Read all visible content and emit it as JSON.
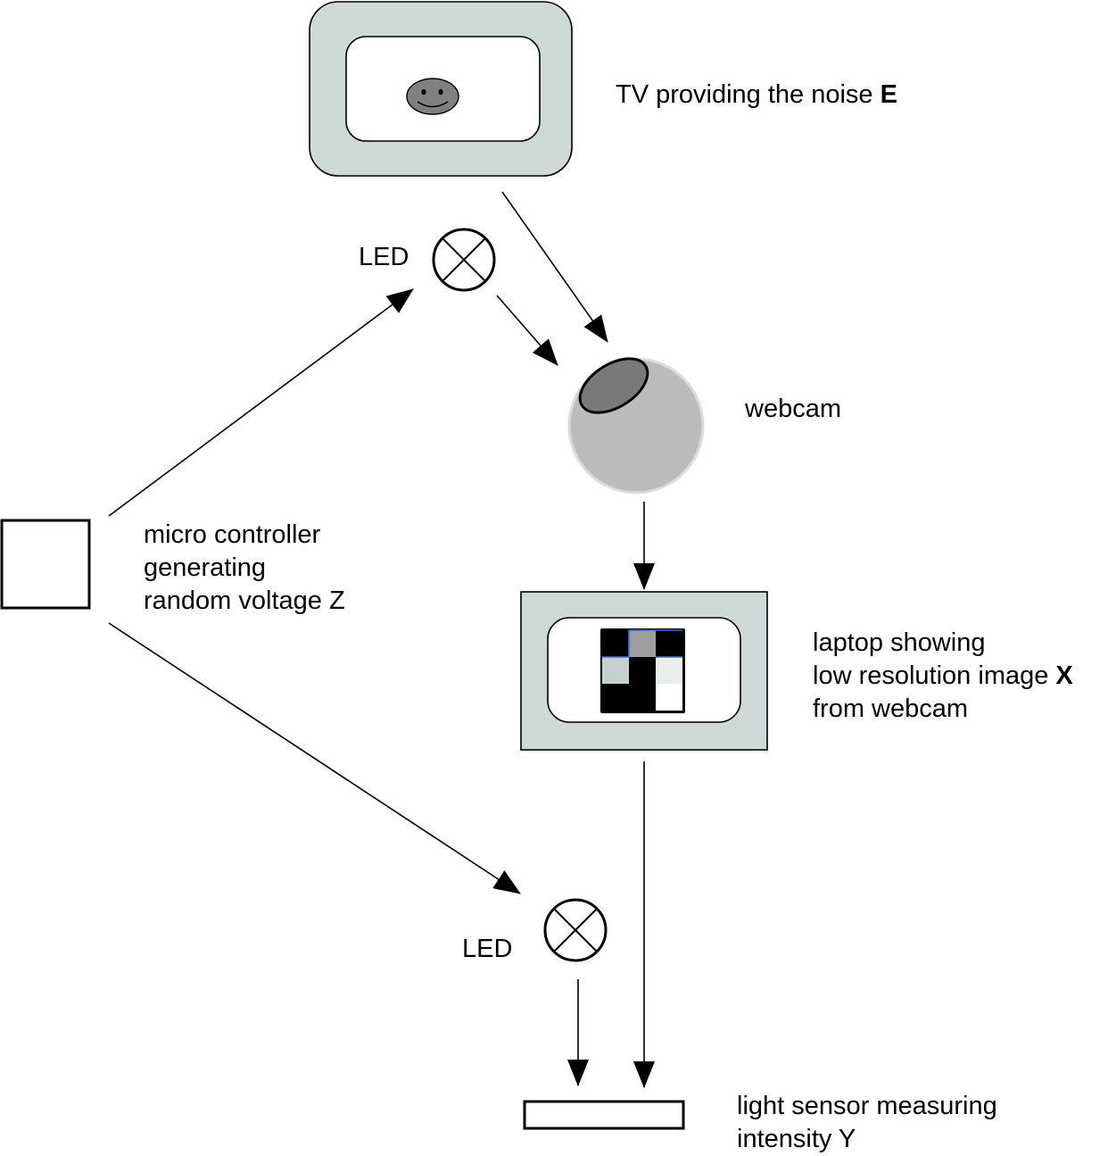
{
  "diagram": {
    "title": "Experimental setup: TV noise, webcam, laptop, LEDs, micro controller, light sensor",
    "nodes": {
      "tv": {
        "label": "TV providing the noise ",
        "label_bold": "E",
        "screen_icon": "smiley-face"
      },
      "led_top": {
        "label": "LED"
      },
      "webcam": {
        "label": "webcam"
      },
      "micro_controller": {
        "lines": [
          "micro controller",
          "generating",
          "random voltage Z"
        ]
      },
      "laptop": {
        "lines": [
          "laptop showing",
          "low resolution image ",
          "from webcam"
        ],
        "bold_var": "X",
        "image_pixels": [
          [
            "#000000",
            "#9e9e9e",
            "#000000"
          ],
          [
            "#c6d1cf",
            "#000000",
            "#e9eeed"
          ],
          [
            "#000000",
            "#000000",
            "#ffffff"
          ]
        ]
      },
      "led_bottom": {
        "label": "LED"
      },
      "light_sensor": {
        "lines": [
          "light sensor measuring",
          "intensity Y"
        ]
      }
    },
    "edges": [
      {
        "from": "tv",
        "to": "webcam"
      },
      {
        "from": "micro_controller",
        "to": "led_top"
      },
      {
        "from": "led_top",
        "to": "webcam"
      },
      {
        "from": "webcam",
        "to": "laptop"
      },
      {
        "from": "micro_controller",
        "to": "led_bottom"
      },
      {
        "from": "laptop",
        "to": "light_sensor"
      },
      {
        "from": "led_bottom",
        "to": "light_sensor"
      }
    ],
    "colors": {
      "device_fill": "#cfdad8",
      "webcam_body": "#bcbcbc",
      "webcam_lens": "#7a7a7a",
      "smiley_fill": "#808080",
      "highlight": "#3a6fd8"
    }
  }
}
